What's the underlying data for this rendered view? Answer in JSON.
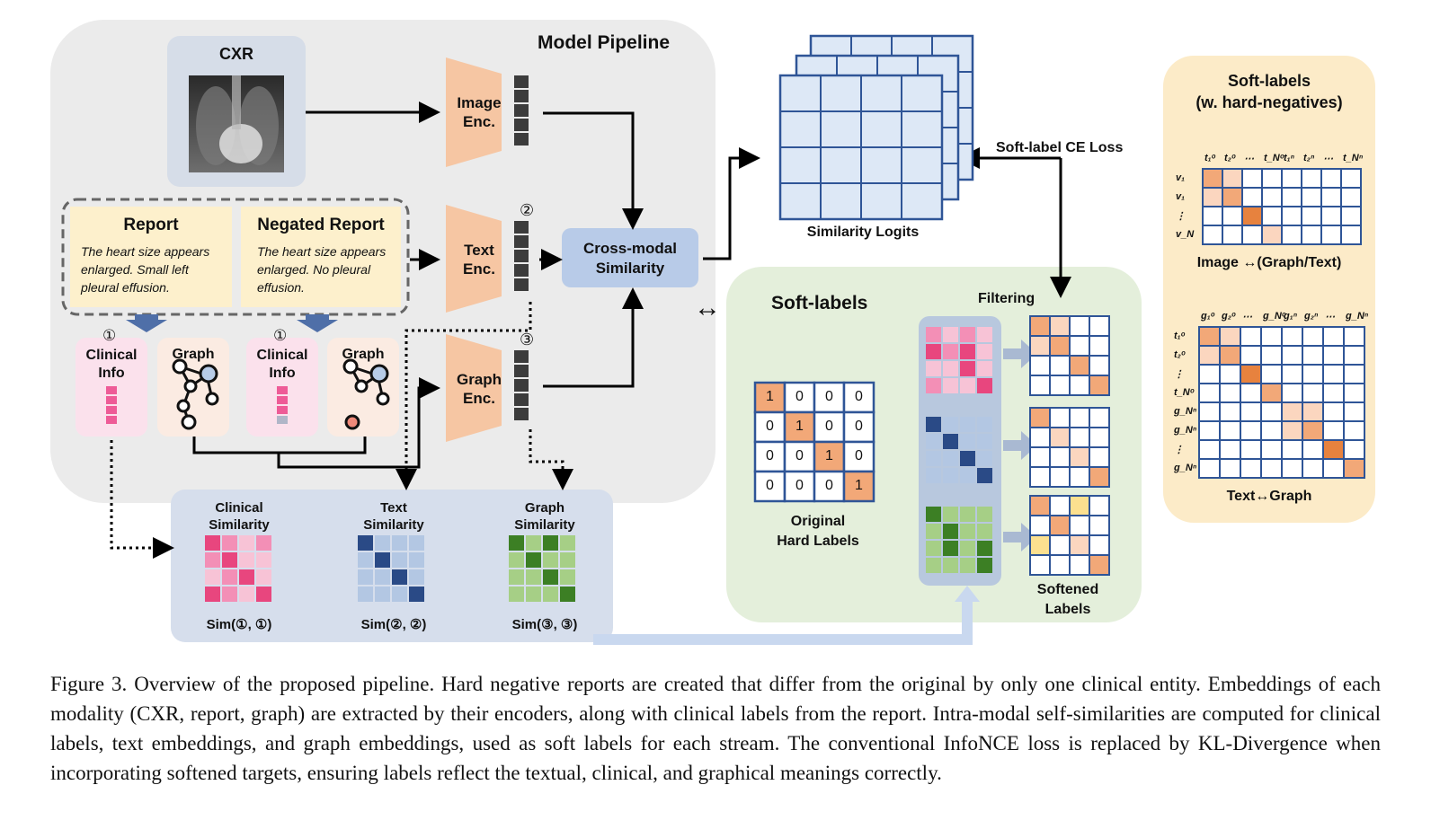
{
  "pipeline": {
    "title": "Model Pipeline",
    "cxr_label": "CXR",
    "image_encoder": "Image\nEnc.",
    "text_encoder": "Text\nEnc.",
    "graph_encoder": "Graph\nEnc.",
    "cross_modal": "Cross-modal\nSimilarity",
    "marker_text": "②",
    "marker_graph": "③",
    "marker_clinical_1": "①",
    "marker_clinical_2": "①",
    "bidirectional_symbol": "↔"
  },
  "reports": {
    "report_title": "Report",
    "report_text": "The heart size appears enlarged. Small left pleural effusion.",
    "negated_title": "Negated Report",
    "negated_text": "The heart size appears enlarged. No pleural effusion."
  },
  "modalities": {
    "clinical_info_1": "Clinical\nInfo",
    "graph_1": "Graph",
    "clinical_info_2": "Clinical\nInfo",
    "graph_2": "Graph"
  },
  "similarities": {
    "clinical_title": "Clinical\nSimilarity",
    "text_title": "Text\nSimilarity",
    "graph_title": "Graph\nSimilarity",
    "clinical_sim": "Sim(①, ①)",
    "text_sim": "Sim(②, ②)",
    "graph_sim": "Sim(③, ③)"
  },
  "logits": {
    "label": "Similarity Logits",
    "loss_label": "Soft-label CE Loss"
  },
  "soft_labels_panel": {
    "title": "Soft-labels",
    "filtering": "Filtering",
    "hard_labels_caption": "Original\nHard Labels",
    "softened_caption": "Softened\nLabels",
    "hard_matrix": [
      [
        "1",
        "0",
        "0",
        "0"
      ],
      [
        "0",
        "1",
        "0",
        "0"
      ],
      [
        "0",
        "0",
        "1",
        "0"
      ],
      [
        "0",
        "0",
        "0",
        "1"
      ]
    ]
  },
  "hard_negatives_panel": {
    "title": "Soft-labels\n(w. hard-negatives)",
    "top_caption": "Image ↔(Graph/Text)",
    "bottom_caption": "Text↔Graph",
    "top_cols": [
      "t₁ᵒ",
      "t₂ᵒ",
      "⋯",
      "t_Nᵒ",
      "t₁ⁿ",
      "t₂ⁿ",
      "⋯",
      "t_Nⁿ"
    ],
    "top_rows": [
      "v₁",
      "v₁",
      "⋮",
      "v_N"
    ],
    "bottom_cols": [
      "g₁ᵒ",
      "g₂ᵒ",
      "⋯",
      "g_Nᵒ",
      "g₁ⁿ",
      "g₂ⁿ",
      "⋯",
      "g_Nⁿ"
    ],
    "bottom_rows": [
      "t₁ᵒ",
      "t₂ᵒ",
      "⋮",
      "t_Nᵒ",
      "g_Nⁿ",
      "g_Nⁿ",
      "⋮",
      "g_Nⁿ"
    ]
  },
  "caption": "Figure 3. Overview of the proposed pipeline. Hard negative reports are created that differ from the original by only one clinical entity. Embeddings of each modality (CXR, report, graph) are extracted by their encoders, along with clinical labels from the report. Intra-modal self-similarities are computed for clinical labels, text embeddings, and graph embeddings, used as soft labels for each stream. The conventional InfoNCE loss is replaced by KL-Divergence when incorporating softened targets, ensuring labels reflect the textual, clinical, and graphical meanings correctly.",
  "colors": {
    "pipeline_bg": "#ebebeb",
    "encoder": "#f6c6a3",
    "cross_modal": "#b8cbe8",
    "logits_blue": "#2f5597",
    "pink": "#ee6fa8",
    "navy": "#2f4f8a",
    "green": "#4a8a2e",
    "orange": "#f2a878"
  }
}
